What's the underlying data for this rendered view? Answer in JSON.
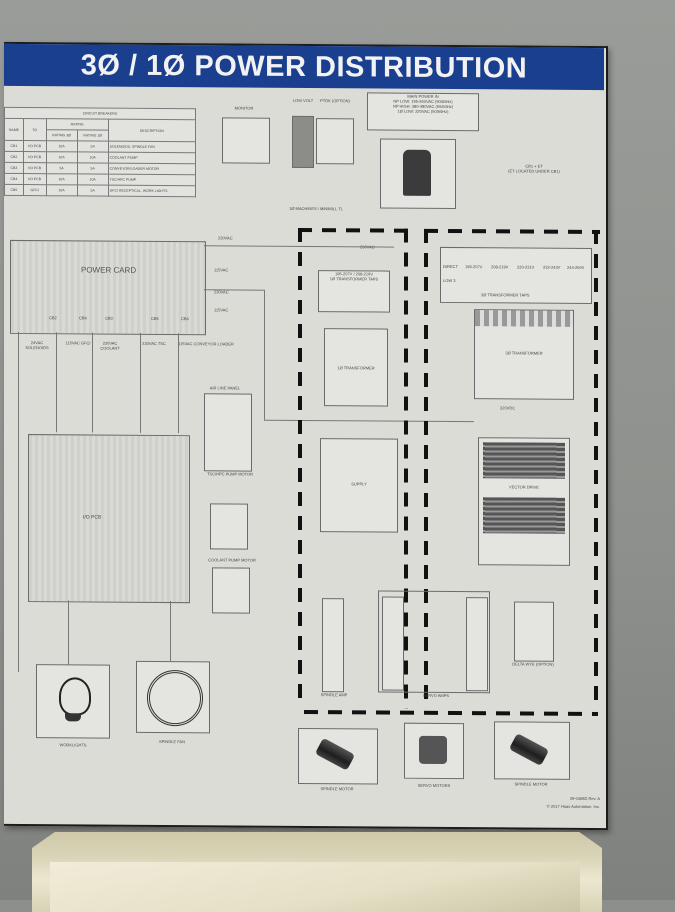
{
  "poster": {
    "title": "3Ø / 1Ø POWER DISTRIBUTION",
    "title_bar_color": "#1a3f8f",
    "footer": {
      "doc_number": "29-0468D Rev. A",
      "copyright": "© 2017 Haas Automation, Inc."
    }
  },
  "circuit_breakers": {
    "header": "CIRCUIT BREAKERS",
    "columns": [
      "NAME",
      "TO",
      "RATING 3Ø",
      "RATING 1Ø",
      "DESCRIPTION"
    ],
    "rating_label": "RATING",
    "rows": [
      {
        "name": "CB1",
        "to": "I/O PCB",
        "r3": "10A",
        "r1": "5A",
        "desc": "SOLENOIDS, SPINDLE FAN"
      },
      {
        "name": "CB2",
        "to": "I/O PCB",
        "r3": "10A",
        "r1": "10A",
        "desc": "COOLANT PUMP"
      },
      {
        "name": "CB3",
        "to": "I/O PCB",
        "r3": "5A",
        "r1": "5A",
        "desc": "CONVEYOR/LOADER MOTOR"
      },
      {
        "name": "CB4",
        "to": "I/O PCB",
        "r3": "10A",
        "r1": "10A",
        "desc": "TSC/HPC PUMP"
      },
      {
        "name": "CB5",
        "to": "GFCI",
        "r3": "10A",
        "r1": "5A",
        "desc": "GFCI RECEPTICAL, WORK LIGHTS"
      }
    ]
  },
  "labels": {
    "monitor": "MONITOR",
    "low_volt": "LOW VOLT",
    "ptdk": "PTDK (OPTION)",
    "main_power_in": "MAIN POWER IN",
    "main_power_lines": [
      "NP LOW: 195-260VAC (50/60Hz)",
      "NP HIGH: 380-480VAC (50/60Hz)",
      "1Ø LOW: 220VAC (50/60Hz)"
    ],
    "cb1_et": "CB1 + ET",
    "cb1_et_sub": "(ET LOCATED UNDER CB1)",
    "machines_note": "1Ø MACHINES / MINIMILL TL",
    "power_card": "POWER CARD",
    "power_card_breakers": [
      "CB2",
      "CB4",
      "CB3",
      "CB5",
      "CB4"
    ],
    "feeds": [
      "24VAC SOLENOIDS",
      "115VAC GFCI",
      "230VAC COOLANT",
      "230VAC TSC",
      "115VAC CONVEYOR LOADER"
    ],
    "wire_labels": [
      "230VAC",
      "115VAC",
      "230VAC",
      "115VAC",
      "230VAC"
    ],
    "io_pcb": "I/O PCB",
    "ar_line_panel": "AIR LINE PANEL",
    "tsc_hpc_pump_motor": "TSC/HPC PUMP MOTOR",
    "coolant_pump_motor": "COOLANT PUMP MOTOR",
    "worklights": "WORKLIGHTS",
    "spindle_fan": "SPINDLE FAN",
    "transformer_taps": "1Ø TRANSFORMER TAPS",
    "transformer_1": "1Ø TRANSFORMER",
    "transformer_taps_box": "195-207V / 208-219V",
    "xfmr_table_rows": [
      "DIRECT",
      "LOW 3"
    ],
    "xfmr_table_cells": [
      "195-207V",
      "208-219V",
      "220-231V",
      "232-243V",
      "244-260V"
    ],
    "xfmr_3ph_taps": "3Ø TRANSFORMER TAPS",
    "transformer_3": "3Ø TRANSFORMER",
    "vector_drive": "VECTOR DRIVE",
    "supply": "SUPPLY",
    "vac_label": "320VDC",
    "delta_wye": "DELTA WYE (OPTION)",
    "spindle_amp": "SPINDLE AMP",
    "servo_amps": "SERVO AMPS",
    "spindle_motor_left": "SPINDLE MOTOR",
    "servo_motors": "SERVO MOTORS",
    "spindle_motor_right": "SPINDLE MOTOR"
  }
}
